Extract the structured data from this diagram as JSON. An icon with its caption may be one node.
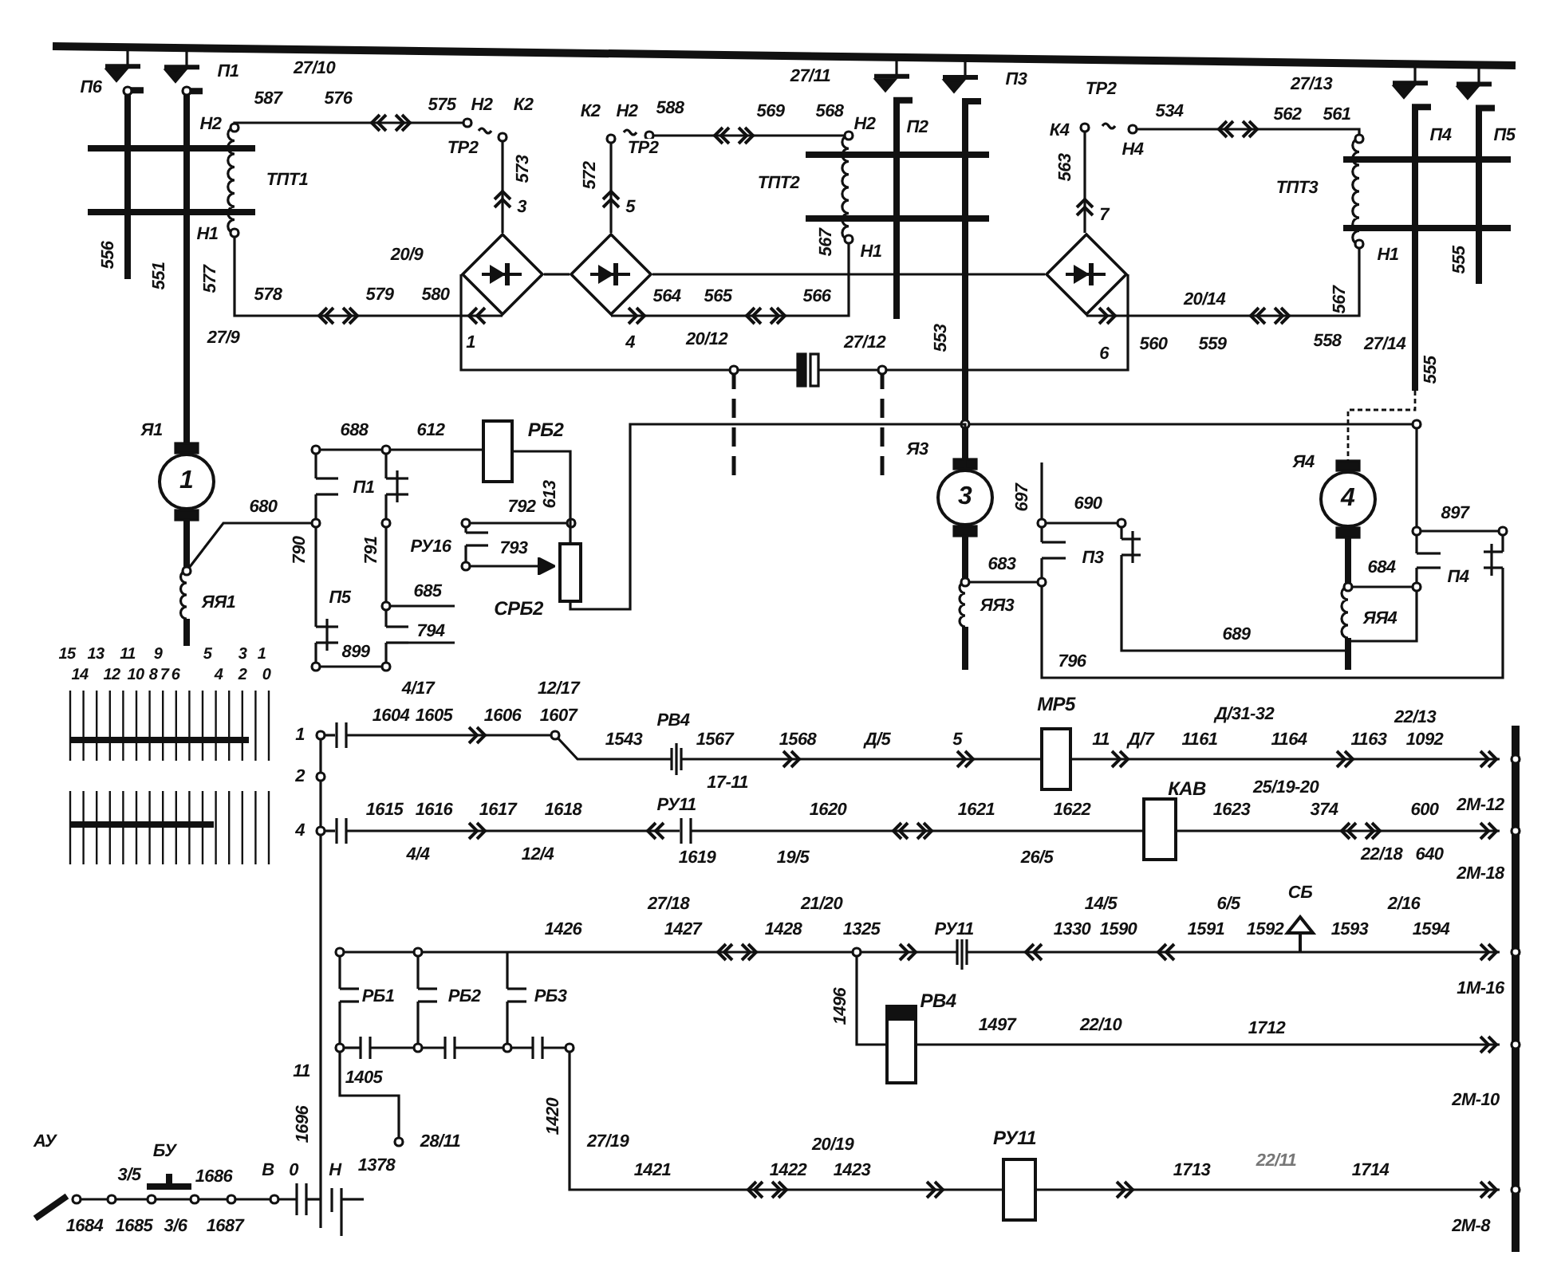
{
  "diagram": {
    "nodes": [
      {
        "text": [
          "1"
        ]
      },
      {
        "text": [
          "3"
        ]
      },
      {
        "text": [
          "4"
        ]
      },
      {
        "text": [
          "РБ2"
        ]
      },
      {
        "text": [
          "СРБ2"
        ]
      },
      {
        "text": [
          "МР5"
        ]
      },
      {
        "text": [
          "КАВ"
        ]
      },
      {
        "text": [
          "РВ4"
        ]
      },
      {
        "text": [
          "РУ11"
        ]
      },
      {
        "text": [],
        "shape": "diamond"
      },
      {
        "text": [],
        "shape": "diamond"
      },
      {
        "text": [],
        "shape": "diamond"
      }
    ],
    "edges": [
      {
        "from": 9,
        "to": 10,
        "arrow": "none"
      },
      {
        "from": 10,
        "to": 11,
        "arrow": "none"
      },
      {
        "from": 3,
        "to": 4,
        "arrow": "none"
      },
      {
        "from": 4,
        "to": 1,
        "arrow": "other"
      }
    ],
    "labels": [
      "П6",
      "П1",
      "27/10",
      "Н2",
      "587",
      "576",
      "575",
      "Н2",
      "К2",
      "ТР2",
      "ТПТ1",
      "Н1",
      "556",
      "551",
      "577",
      "573",
      "3",
      "К2",
      "Н2",
      "588",
      "ТР2",
      "572",
      "5",
      "27/11",
      "569",
      "568",
      "Н2",
      "ТПТ2",
      "П2",
      "П3",
      "20/9",
      "567",
      "Н1",
      "578",
      "579",
      "580",
      "27/9",
      "1",
      "564",
      "565",
      "4",
      "20/12",
      "566",
      "27/12",
      "553",
      "ТР2",
      "К4",
      "Н4",
      "534",
      "563",
      "7",
      "27/13",
      "562",
      "561",
      "П4",
      "П5",
      "ТПТ3",
      "Н1",
      "555",
      "567",
      "20/14",
      "6",
      "560",
      "559",
      "558",
      "27/14",
      "555",
      "Я1",
      "680",
      "ЯЯ1",
      "688",
      "612",
      "П1",
      "790",
      "791",
      "792",
      "613",
      "РУ16",
      "793",
      "П5",
      "685",
      "899",
      "794",
      "15",
      "13",
      "11",
      "9",
      "5",
      "3",
      "1",
      "14",
      "12",
      "10",
      "8",
      "7",
      "6",
      "4",
      "2",
      "0",
      "4/17",
      "12/17",
      "Я3",
      "697",
      "690",
      "683",
      "П3",
      "ЯЯ3",
      "689",
      "796",
      "Я4",
      "897",
      "684",
      "П4",
      "ЯЯ4",
      "1",
      "2",
      "4",
      "1604",
      "1605",
      "1606",
      "1607",
      "1543",
      "РВ4",
      "1567",
      "17-11",
      "1568",
      "Д/5",
      "5",
      "11",
      "Д/7",
      "Д/31-32",
      "1161",
      "1164",
      "22/13",
      "1163",
      "1092",
      "1615",
      "1616",
      "1617",
      "1618",
      "4/4",
      "12/4",
      "РУ11",
      "1619",
      "19/5",
      "1620",
      "1621",
      "1622",
      "26/5",
      "1623",
      "25/19-20",
      "374",
      "600",
      "2М-12",
      "22/18",
      "640",
      "2М-18",
      "1426",
      "27/18",
      "1427",
      "21/20",
      "1428",
      "1325",
      "РУ11",
      "14/5",
      "1330",
      "1590",
      "6/5",
      "1591",
      "1592",
      "СБ",
      "2/16",
      "1593",
      "1594",
      "1М-16",
      "РБ1",
      "РБ2",
      "РБ3",
      "1496",
      "1497",
      "22/10",
      "1712",
      "2М-10",
      "11",
      "1696",
      "1405",
      "28/11",
      "1378",
      "1420",
      "27/19",
      "1421",
      "20/19",
      "1422",
      "1423",
      "1713",
      "22/11",
      "1714",
      "2М-8",
      "АУ",
      "3/5",
      "БУ",
      "1686",
      "В",
      "0",
      "Н",
      "1684",
      "1685",
      "3/6",
      "1687"
    ]
  }
}
